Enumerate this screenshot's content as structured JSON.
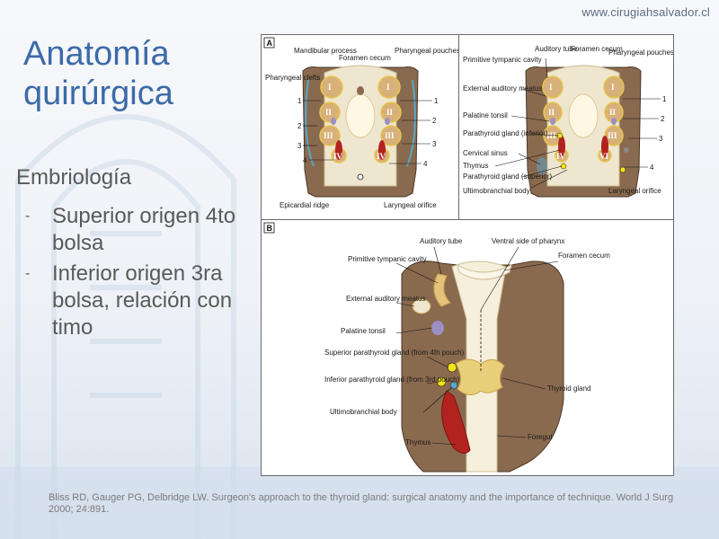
{
  "header": {
    "site_url": "www.cirugiahsalvador.cl"
  },
  "slide": {
    "title": "Anatomía quirúrgica",
    "subtitle": "Embriología",
    "bullets": [
      {
        "dash": "-",
        "text": "Superior origen 4to bolsa"
      },
      {
        "dash": "-",
        "text": "Inferior origen 3ra bolsa, relación con timo"
      }
    ],
    "citation": "Bliss RD, Gauger PG, Delbridge LW. Surgeon's approach to the thyroid gland: surgical anatomy and the importance of technique. World J Surg 2000; 24:891."
  },
  "figure_a_left": {
    "panel_letter": "A",
    "labels": {
      "mandibular_process": "Mandibular process",
      "foramen_cecum": "Foramen cecum",
      "pharyngeal_pouches": "Pharyngeal pouches",
      "pharyngeal_clefts": "Pharyngeal clefts",
      "epicardial_ridge": "Epicardial ridge",
      "laryngeal_orifice": "Laryngeal orifice"
    },
    "numbers": [
      "1",
      "2",
      "3",
      "4"
    ],
    "romans": [
      "I",
      "II",
      "III",
      "IV"
    ]
  },
  "figure_a_right": {
    "labels": {
      "auditory_tube": "Auditory tube",
      "foramen_cecum": "Foramen cecum",
      "pharyngeal_pouches": "Pharyngeal pouches",
      "primitive_tympanic_cavity": "Primitive tympanic cavity",
      "external_auditory_meatus": "External auditory meatus",
      "palatine_tonsil": "Palatine tonsil",
      "parathyroid_inferior": "Parathyroid gland (inferior)",
      "cervical_sinus": "Cervical sinus",
      "thymus": "Thymus",
      "parathyroid_superior": "Parathyroid gland (superior)",
      "ultimobranchial_body": "Ultimobranchial body",
      "laryngeal_orifice": "Laryngeal orifice"
    },
    "numbers": [
      "1",
      "2",
      "3",
      "4"
    ],
    "romans": [
      "I",
      "II",
      "III",
      "IV",
      "VI"
    ]
  },
  "figure_b": {
    "panel_letter": "B",
    "labels": {
      "auditory_tube": "Auditory tube",
      "ventral_side_of_pharynx": "Ventral side of pharynx",
      "foramen_cecum": "Foramen cecum",
      "primitive_tympanic_cavity": "Primitive tympanic cavity",
      "external_auditory_meatus": "External auditory meatus",
      "palatine_tonsil": "Palatine tonsil",
      "superior_parathyroid": "Superior parathyroid gland (from 4th pouch)",
      "inferior_parathyroid": "Inferior parathyroid gland (from 3rd pouch)",
      "ultimobranchial_body": "Ultimobranchial body",
      "thyroid_gland": "Thyroid gland",
      "thymus": "Thymus",
      "foregut": "Foregut"
    }
  },
  "colors": {
    "title": "#3c6aa8",
    "body_text": "#595959",
    "tissue_brown": "#8a6a4e",
    "pharynx_cream": "#efe6cf",
    "thymus_red": "#b2231f",
    "thyroid_yellow": "#e9cf7a",
    "tonsil_purple": "#9b8fc4",
    "parathyroid_yellow": "#f2e21a"
  }
}
